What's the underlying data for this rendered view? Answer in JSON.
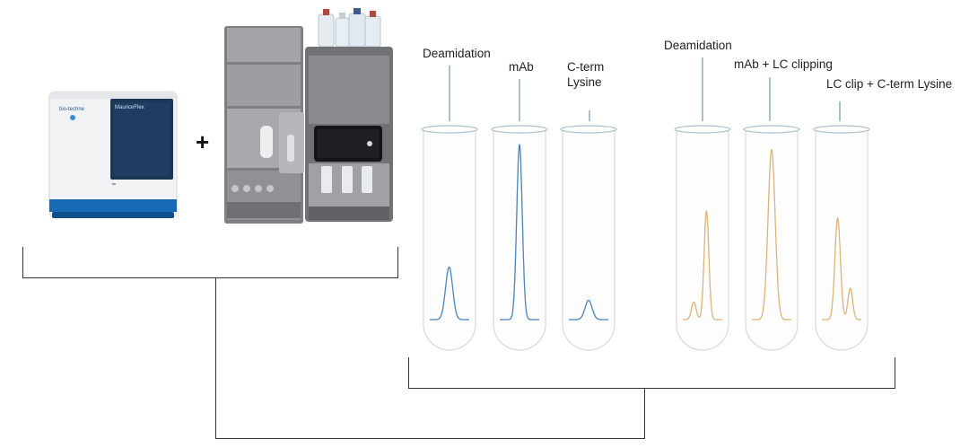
{
  "instruments": {
    "left_brand": "bio-techne",
    "left_model": "MauriceFlex",
    "plus_sign": "+"
  },
  "colors": {
    "connector_line": "#333333",
    "tube_outline": "#d9dcdf",
    "tube_rim": "#aebfcc",
    "pointer_line": "#5a7f9a",
    "blue_trace": "#4a83bd",
    "orange_trace": "#dcb47a",
    "maurice_blue": "#1669b3",
    "maurice_screen": "#1d3657",
    "lc_body": "#7d7f83"
  },
  "tubes": [
    {
      "label_lines": [
        "Deamidation"
      ],
      "trace": "blue",
      "peaks": [
        {
          "position": 0.49,
          "height": 0.3,
          "width": 0.09
        }
      ]
    },
    {
      "label_lines": [
        "mAb"
      ],
      "trace": "blue",
      "peaks": [
        {
          "position": 0.5,
          "height": 1.0,
          "width": 0.07
        }
      ]
    },
    {
      "label_lines": [
        "C-term",
        "Lysine"
      ],
      "trace": "blue",
      "peaks": [
        {
          "position": 0.5,
          "height": 0.11,
          "width": 0.09
        }
      ]
    },
    {
      "label_lines": [
        "Deamidation"
      ],
      "trace": "orange",
      "peaks": [
        {
          "position": 0.28,
          "height": 0.1,
          "width": 0.06
        },
        {
          "position": 0.6,
          "height": 0.62,
          "width": 0.06
        }
      ]
    },
    {
      "label_lines": [
        "mAb + LC clipping"
      ],
      "trace": "orange",
      "peaks": [
        {
          "position": 0.5,
          "height": 0.97,
          "width": 0.09
        }
      ]
    },
    {
      "label_lines": [
        "LC clip + C-term Lysine"
      ],
      "trace": "orange",
      "peaks": [
        {
          "position": 0.4,
          "height": 0.58,
          "width": 0.07
        },
        {
          "position": 0.72,
          "height": 0.18,
          "width": 0.06
        }
      ]
    }
  ]
}
